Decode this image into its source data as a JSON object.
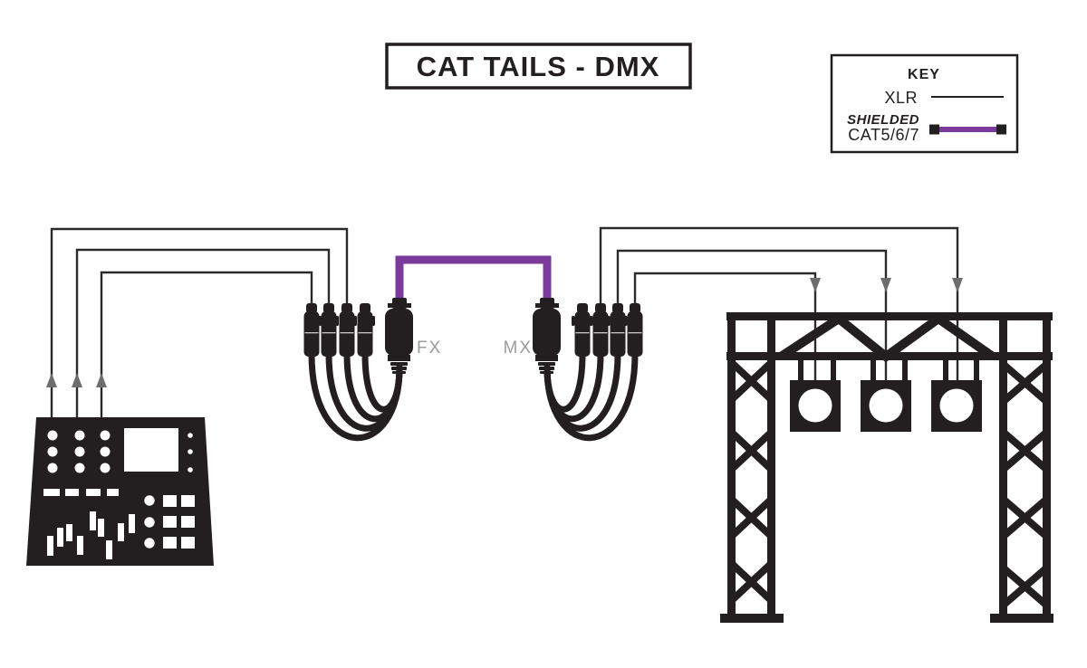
{
  "title": "CAT TAILS - DMX",
  "key": {
    "heading": "KEY",
    "xlr": {
      "label": "XLR"
    },
    "shielded": {
      "line1": "SHIELDED",
      "line2": "CAT5/6/7"
    }
  },
  "labels": {
    "fx": "FX",
    "mx": "MX"
  },
  "colors": {
    "ink": "#231f20",
    "purple": "#7a3b9d",
    "label_gray": "#9b9b9b",
    "arrow_gray": "#6d6d6d",
    "background": "#ffffff"
  },
  "diagram": {
    "xlr_runs_console_to_fx": 3,
    "xlr_runs_mx_to_lights": 3,
    "breakout_tails_per_unit": 4,
    "lights_count": 3
  }
}
